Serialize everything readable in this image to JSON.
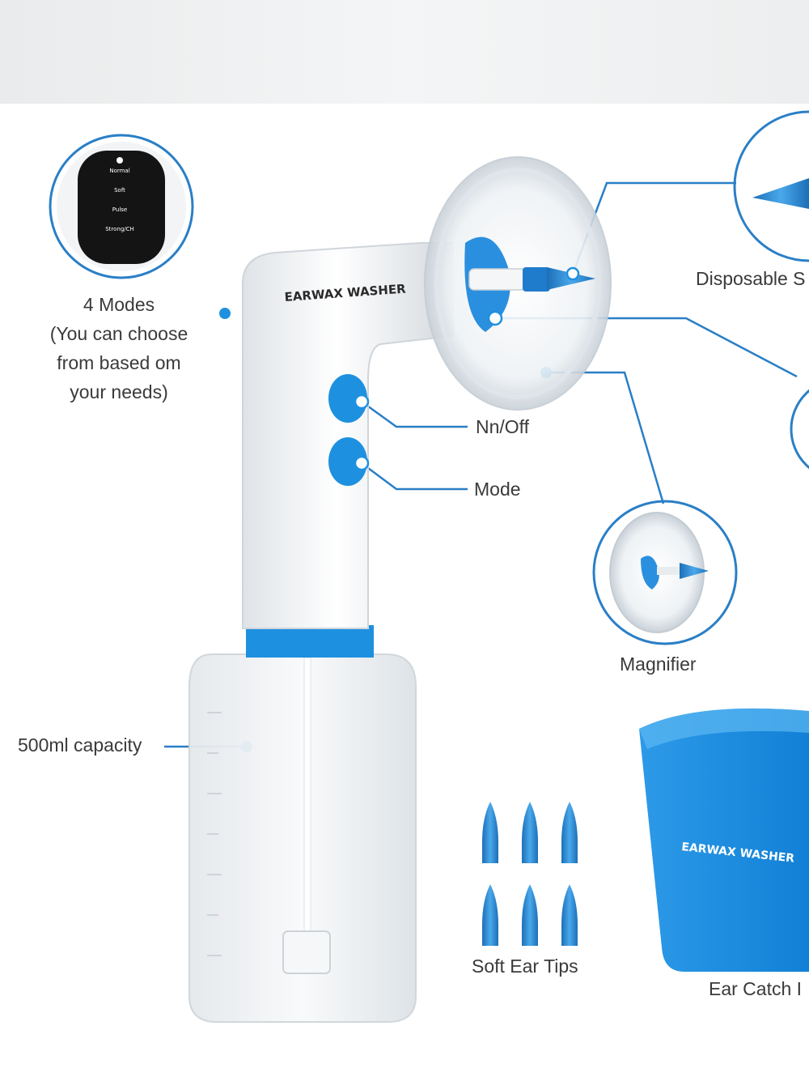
{
  "labels": {
    "modes_title": "4 Modes",
    "modes_line1": "(You can choose",
    "modes_line2": "from based om",
    "modes_line3": "your needs)",
    "on_off": "Nn/Off",
    "mode": "Mode",
    "magnifier": "Magnifier",
    "disposable": "Disposable S",
    "capacity": "500ml capacity",
    "soft_tips": "Soft Ear Tips",
    "ear_catch": "Ear Catch I"
  },
  "device": {
    "brand": "EARWAX WASHER",
    "basin_brand": "EARWAX WASHER"
  },
  "mode_panel": {
    "modes": [
      "Normal",
      "Soft",
      "Pulse",
      "Strong/CH"
    ]
  },
  "colors": {
    "accent": "#1e90e0",
    "line": "#2a7fc6",
    "basin": "#1a8ee0",
    "body": "#f2f4f6"
  }
}
